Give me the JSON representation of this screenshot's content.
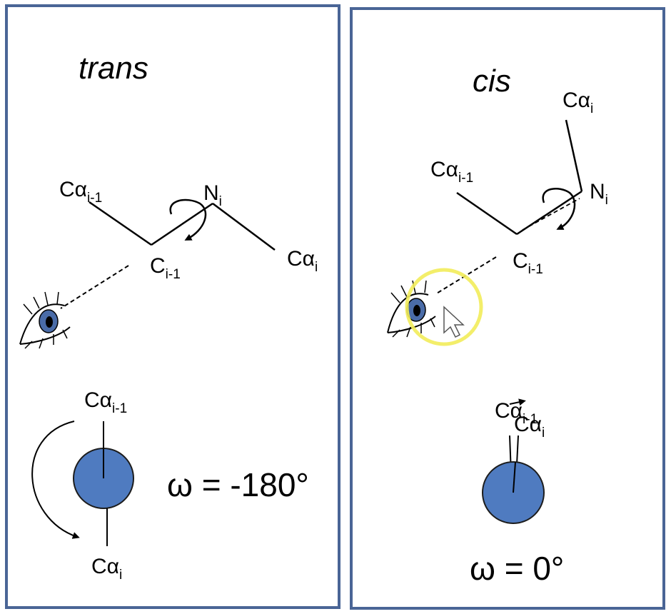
{
  "colors": {
    "panel_border": "#4a6596",
    "circle_fill": "#4f7bc0",
    "circle_stroke": "#1c1c1c",
    "highlight": "#f2ec5a",
    "eye_iris": "#4a6ca8"
  },
  "trans": {
    "title": "trans",
    "ca_prev": {
      "main": "Cα",
      "sub": "i-1"
    },
    "c_prev": {
      "main": "C",
      "sub": "i-1"
    },
    "n_i": {
      "main": "N",
      "sub": "i"
    },
    "ca_i": {
      "main": "Cα",
      "sub": "i"
    },
    "newman_top": {
      "main": "Cα",
      "sub": "i-1"
    },
    "newman_bottom": {
      "main": "Cα",
      "sub": "i"
    },
    "omega_label": "ω = -180°"
  },
  "cis": {
    "title": "cis",
    "ca_prev": {
      "main": "Cα",
      "sub": "i-1"
    },
    "c_prev": {
      "main": "C",
      "sub": "i-1"
    },
    "n_i": {
      "main": "N",
      "sub": "i"
    },
    "ca_i": {
      "main": "Cα",
      "sub": "i"
    },
    "newman_back": {
      "main": "Cα",
      "sub": "i-1"
    },
    "newman_front": {
      "main": "Cα",
      "sub": "i"
    },
    "omega_label": "ω = 0°"
  }
}
